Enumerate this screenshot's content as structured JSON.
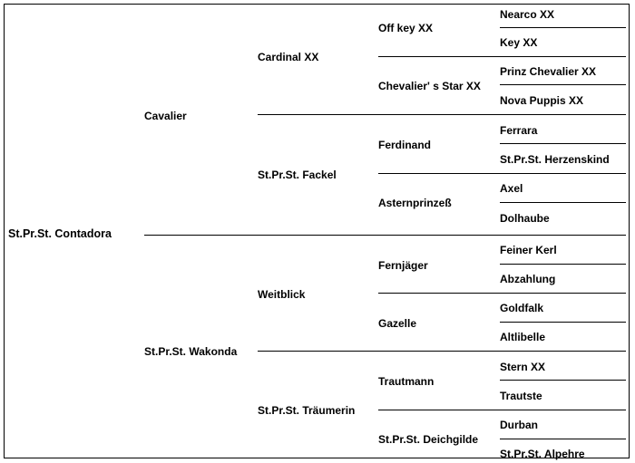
{
  "pedigree": {
    "subject": "St.Pr.St. Contadora",
    "sire": {
      "name": "Cavalier",
      "sire": {
        "name": "Cardinal XX",
        "sire": {
          "name": "Off key XX",
          "sire": "Nearco XX",
          "dam": "Key XX"
        },
        "dam": {
          "name": "Chevalier' s Star XX",
          "sire": "Prinz Chevalier XX",
          "dam": "Nova Puppis XX"
        }
      },
      "dam": {
        "name": "St.Pr.St. Fackel",
        "sire": {
          "name": "Ferdinand",
          "sire": "Ferrara",
          "dam": "St.Pr.St. Herzenskind"
        },
        "dam": {
          "name": "Asternprinzeß",
          "sire": "Axel",
          "dam": "Dolhaube"
        }
      }
    },
    "dam": {
      "name": "St.Pr.St. Wakonda",
      "sire": {
        "name": "Weitblick",
        "sire": {
          "name": "Fernjäger",
          "sire": "Feiner Kerl",
          "dam": "Abzahlung"
        },
        "dam": {
          "name": "Gazelle",
          "sire": "Goldfalk",
          "dam": "Altlibelle"
        }
      },
      "dam": {
        "name": "St.Pr.St. Träumerin",
        "sire": {
          "name": "Trautmann",
          "sire": "Stern XX",
          "dam": "Trautste"
        },
        "dam": {
          "name": "St.Pr.St. Deichgilde",
          "sire": "Durban",
          "dam": "St.Pr.St. Alpehre"
        }
      }
    }
  }
}
